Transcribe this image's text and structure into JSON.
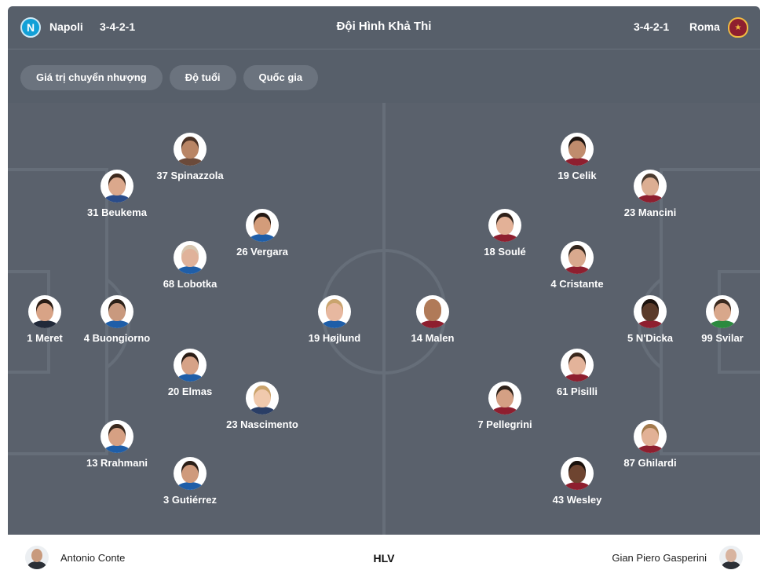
{
  "header": {
    "home_team": "Napoli",
    "home_formation": "3-4-2-1",
    "title": "Đội Hình Khả Thi",
    "away_formation": "3-4-2-1",
    "away_team": "Roma"
  },
  "filters": [
    "Giá trị chuyển nhượng",
    "Độ tuổi",
    "Quốc gia"
  ],
  "home_players": [
    {
      "label": "37 Spinazzola",
      "skin": "#b98565",
      "hair": "#4a3226",
      "shirt": "#6b4a3a"
    },
    {
      "label": "31 Beukema",
      "skin": "#dba88c",
      "hair": "#3d2a1e",
      "shirt": "#2a4c8a"
    },
    {
      "label": "26 Vergara",
      "skin": "#d39c7a",
      "hair": "#231813",
      "shirt": "#1f5ea8"
    },
    {
      "label": "68 Lobotka",
      "skin": "#e0b29a",
      "hair": "#d7c6b0",
      "shirt": "#1f5ea8"
    },
    {
      "label": "1 Meret",
      "skin": "#d8a386",
      "hair": "#2a1d16",
      "shirt": "#222a3a"
    },
    {
      "label": "4 Buongiorno",
      "skin": "#c9997e",
      "hair": "#2c2119",
      "shirt": "#1f5ea8"
    },
    {
      "label": "19 Højlund",
      "skin": "#e7b8a0",
      "hair": "#c9a46e",
      "shirt": "#1f5ea8"
    },
    {
      "label": "20 Elmas",
      "skin": "#d6a287",
      "hair": "#2a1e17",
      "shirt": "#1f5ea8"
    },
    {
      "label": "23 Nascimento",
      "skin": "#f0c9ad",
      "hair": "#caa36b",
      "shirt": "#2a3e66"
    },
    {
      "label": "13 Rrahmani",
      "skin": "#d6a083",
      "hair": "#3a291e",
      "shirt": "#1f5ea8"
    },
    {
      "label": "3 Gutiérrez",
      "skin": "#cf9a7c",
      "hair": "#2a1e17",
      "shirt": "#1f5ea8"
    }
  ],
  "away_players": [
    {
      "label": "19 Celik",
      "skin": "#c08c6d",
      "hair": "#1c1410",
      "shirt": "#8e1f2f"
    },
    {
      "label": "23 Mancini",
      "skin": "#dcae93",
      "hair": "#4a3b30",
      "shirt": "#8e1f2f"
    },
    {
      "label": "18 Soulé",
      "skin": "#e3b197",
      "hair": "#2e2019",
      "shirt": "#8e1f2f"
    },
    {
      "label": "4 Cristante",
      "skin": "#d9a98e",
      "hair": "#33261d",
      "shirt": "#8e1f2f"
    },
    {
      "label": "14 Malen",
      "skin": "#b07a58",
      "hair": "#b07a58",
      "shirt": "#8e1f2f"
    },
    {
      "label": "5 N'Dicka",
      "skin": "#5b3b2a",
      "hair": "#1c130e",
      "shirt": "#8e1f2f"
    },
    {
      "label": "99 Svilar",
      "skin": "#d8a78b",
      "hair": "#3b2a1f",
      "shirt": "#2c8a3f"
    },
    {
      "label": "61 Pisilli",
      "skin": "#e3b39a",
      "hair": "#3a281d",
      "shirt": "#8e1f2f"
    },
    {
      "label": "7 Pellegrini",
      "skin": "#d4a084",
      "hair": "#2e221a",
      "shirt": "#8e1f2f"
    },
    {
      "label": "87 Ghilardi",
      "skin": "#e2b196",
      "hair": "#a37a4c",
      "shirt": "#8e1f2f"
    },
    {
      "label": "43 Wesley",
      "skin": "#6e4430",
      "hair": "#1a110c",
      "shirt": "#8e1f2f"
    }
  ],
  "footer": {
    "home_coach": "Antonio Conte",
    "label": "HLV",
    "away_coach": "Gian Piero Gasperini"
  },
  "colors": {
    "pitch": "#5a616c",
    "pitch_lines": "#666e79",
    "header_bg": "#575f6a",
    "napoli_blue": "#12a0d7",
    "roma_red": "#8e1f2f"
  }
}
